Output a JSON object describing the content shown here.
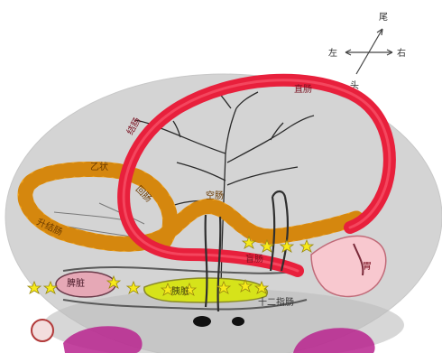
{
  "compass": {
    "up": "尾",
    "left": "左",
    "right": "右",
    "down": "头"
  },
  "labels": {
    "rectum": "直肠",
    "colon": "结肠",
    "ileum": "回肠",
    "jejunum": "空肠",
    "sigmoid": "乙状",
    "ascending_colon": "升结肠",
    "cecum": "盲肠",
    "stomach": "胃",
    "pancreas": "胰脏",
    "spleen": "脾脏",
    "duodenum": "十二指肠"
  },
  "colors": {
    "background_disc": "#d4d4d4",
    "small_intestine": "#e8203c",
    "large_intestine": "#f1a21a",
    "stomach": "#f8c8cf",
    "lymph_star": "#f7ea1a",
    "vessel": "#2a2a2a",
    "kidney": "#b8238e"
  }
}
